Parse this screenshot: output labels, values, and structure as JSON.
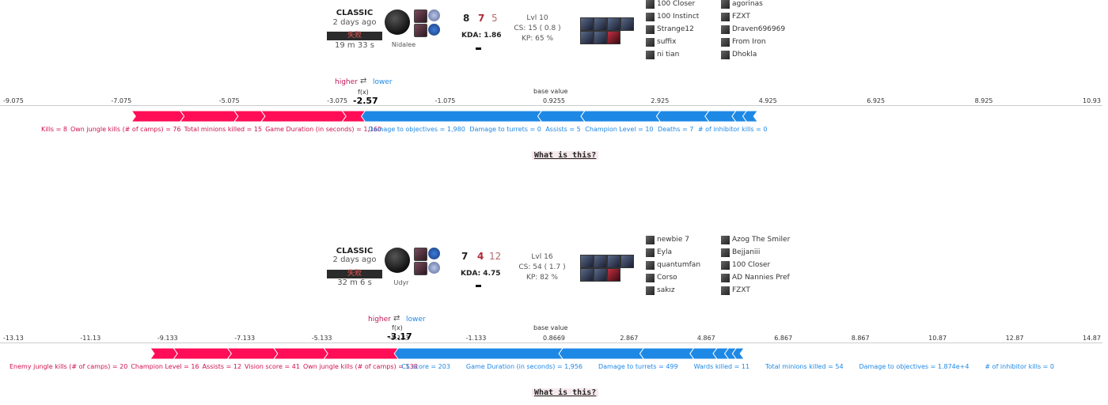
{
  "labels": {
    "higher": "higher",
    "lower": "lower",
    "arrows": "⇄",
    "fx": "f(x)",
    "base_value": "base value",
    "what": "What is this?",
    "kda_prefix": "KDA:"
  },
  "colors": {
    "positive": "#ff0d57",
    "negative": "#1e88e5"
  },
  "matches": [
    {
      "mode": "CLASSIC",
      "ago": "2 days ago",
      "result": "失败",
      "duration": "19 m 33 s",
      "champion": "Nidalee",
      "kills": "8",
      "deaths": "7",
      "assists": "5",
      "kda": "KDA: 1.86",
      "level": "Lvl 10",
      "cs": "CS: 15 ( 0.8 )",
      "kp": "KP: 65 %",
      "team1": [
        "100 Closer",
        "100 Instinct",
        "Strange12",
        "suffix",
        "ni tian"
      ],
      "team2": [
        "agorinas",
        "FZXT",
        "Draven696969",
        "From Iron",
        "Dhokla"
      ],
      "axis_ticks": [
        "-9.075",
        "-7.075",
        "-5.075",
        "-3.075",
        "-1.075",
        "0.9255",
        "2.925",
        "4.925",
        "6.925",
        "8.925",
        "10.93"
      ],
      "base_value_number": "0.9255",
      "fx": "-2.57",
      "positive_features": [
        "Kills = 8",
        "Own jungle kills (# of camps) = 76",
        "Total minions killed = 15",
        "Game Duration (in seconds) = 1,160"
      ],
      "negative_features": [
        "Damage to objectives = 1,980",
        "Damage to turrets = 0",
        "Assists = 5",
        "Champion Level = 10",
        "Deaths = 7",
        "# of inhibitor kills = 0"
      ],
      "force_plot": {
        "axis_min": -9.075,
        "axis_max": 10.93,
        "fx_value": -2.57,
        "base_value": 0.9255,
        "positive_segments": [
          -6.9,
          -6.0,
          -5.0,
          -4.5,
          -3.0,
          -2.57
        ],
        "negative_segments": [
          -2.57,
          0.7,
          1.5,
          2.9,
          3.8,
          4.3,
          4.5,
          4.7
        ]
      }
    },
    {
      "mode": "CLASSIC",
      "ago": "2 days ago",
      "result": "失败",
      "duration": "32 m 6 s",
      "champion": "Udyr",
      "kills": "7",
      "deaths": "4",
      "assists": "12",
      "kda": "KDA: 4.75",
      "level": "Lvl 16",
      "cs": "CS: 54 ( 1.7 )",
      "kp": "KP: 82 %",
      "team1": [
        "newbie 7",
        "Eyla",
        "quantumfan",
        "Corso",
        "sakız"
      ],
      "team2": [
        "Azog The Smiler",
        "Bejjaniii",
        "100 Closer",
        "AD Nannies Pref",
        "FZXT"
      ],
      "axis_ticks": [
        "-13.13",
        "-11.13",
        "-9.133",
        "-7.133",
        "-5.133",
        "-3.133",
        "-1.133",
        "0.8669",
        "2.867",
        "4.867",
        "6.867",
        "8.867",
        "10.87",
        "12.87",
        "14.87"
      ],
      "base_value_number": "0.8669",
      "fx": "-3.17",
      "positive_features": [
        "Enemy jungle kills (# of camps) = 20",
        "Champion Level = 16",
        "Assists = 12",
        "Vision score = 41",
        "Own jungle kills (# of camps) = 138"
      ],
      "negative_features": [
        "CS score = 203",
        "Game Duration (in seconds) = 1,956",
        "Damage to turrets = 499",
        "Wards killed = 11",
        "Total minions killed = 54",
        "Damage to objectives = 1.874e+4",
        "# of inhibitor kills = 0"
      ],
      "force_plot": {
        "axis_min": -13.13,
        "axis_max": 14.87,
        "fx_value": -3.17,
        "base_value": 0.8669,
        "positive_segments": [
          -9.6,
          -9.0,
          -7.6,
          -6.4,
          -5.1,
          -3.17
        ],
        "negative_segments": [
          -3.17,
          1.1,
          3.2,
          4.5,
          5.1,
          5.4,
          5.6,
          5.8
        ]
      }
    }
  ]
}
